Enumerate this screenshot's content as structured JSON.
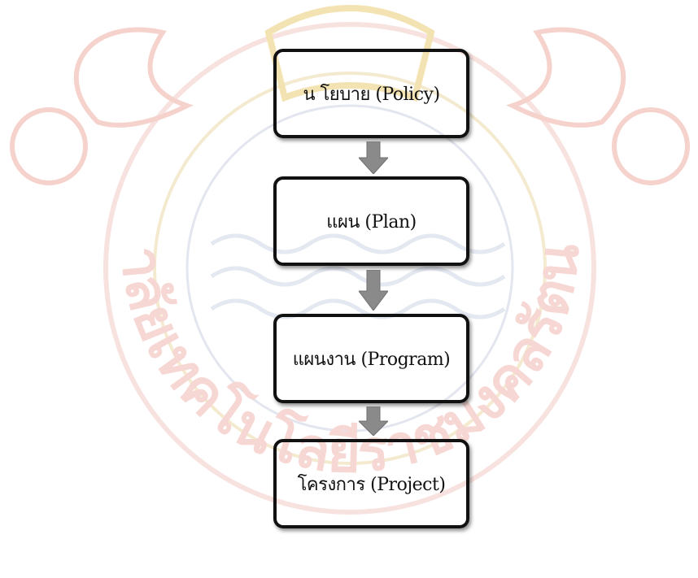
{
  "diagram": {
    "steps": [
      {
        "label": "น โยบาย (Policy)"
      },
      {
        "label": "แผน (Plan)"
      },
      {
        "label": "แผนงาน (Program)"
      },
      {
        "label": "โครงการ (Project)"
      }
    ]
  },
  "watermark": {
    "text": "มหาวิทยาลัยเทคโนโลยีราชมงคลรัตนโกสินทร์",
    "color": "#f6d7d3",
    "accent_color": "#f5e6b0"
  },
  "colors": {
    "box_border": "#111111",
    "arrow_fill": "#8a8a8a",
    "text": "#111111"
  }
}
